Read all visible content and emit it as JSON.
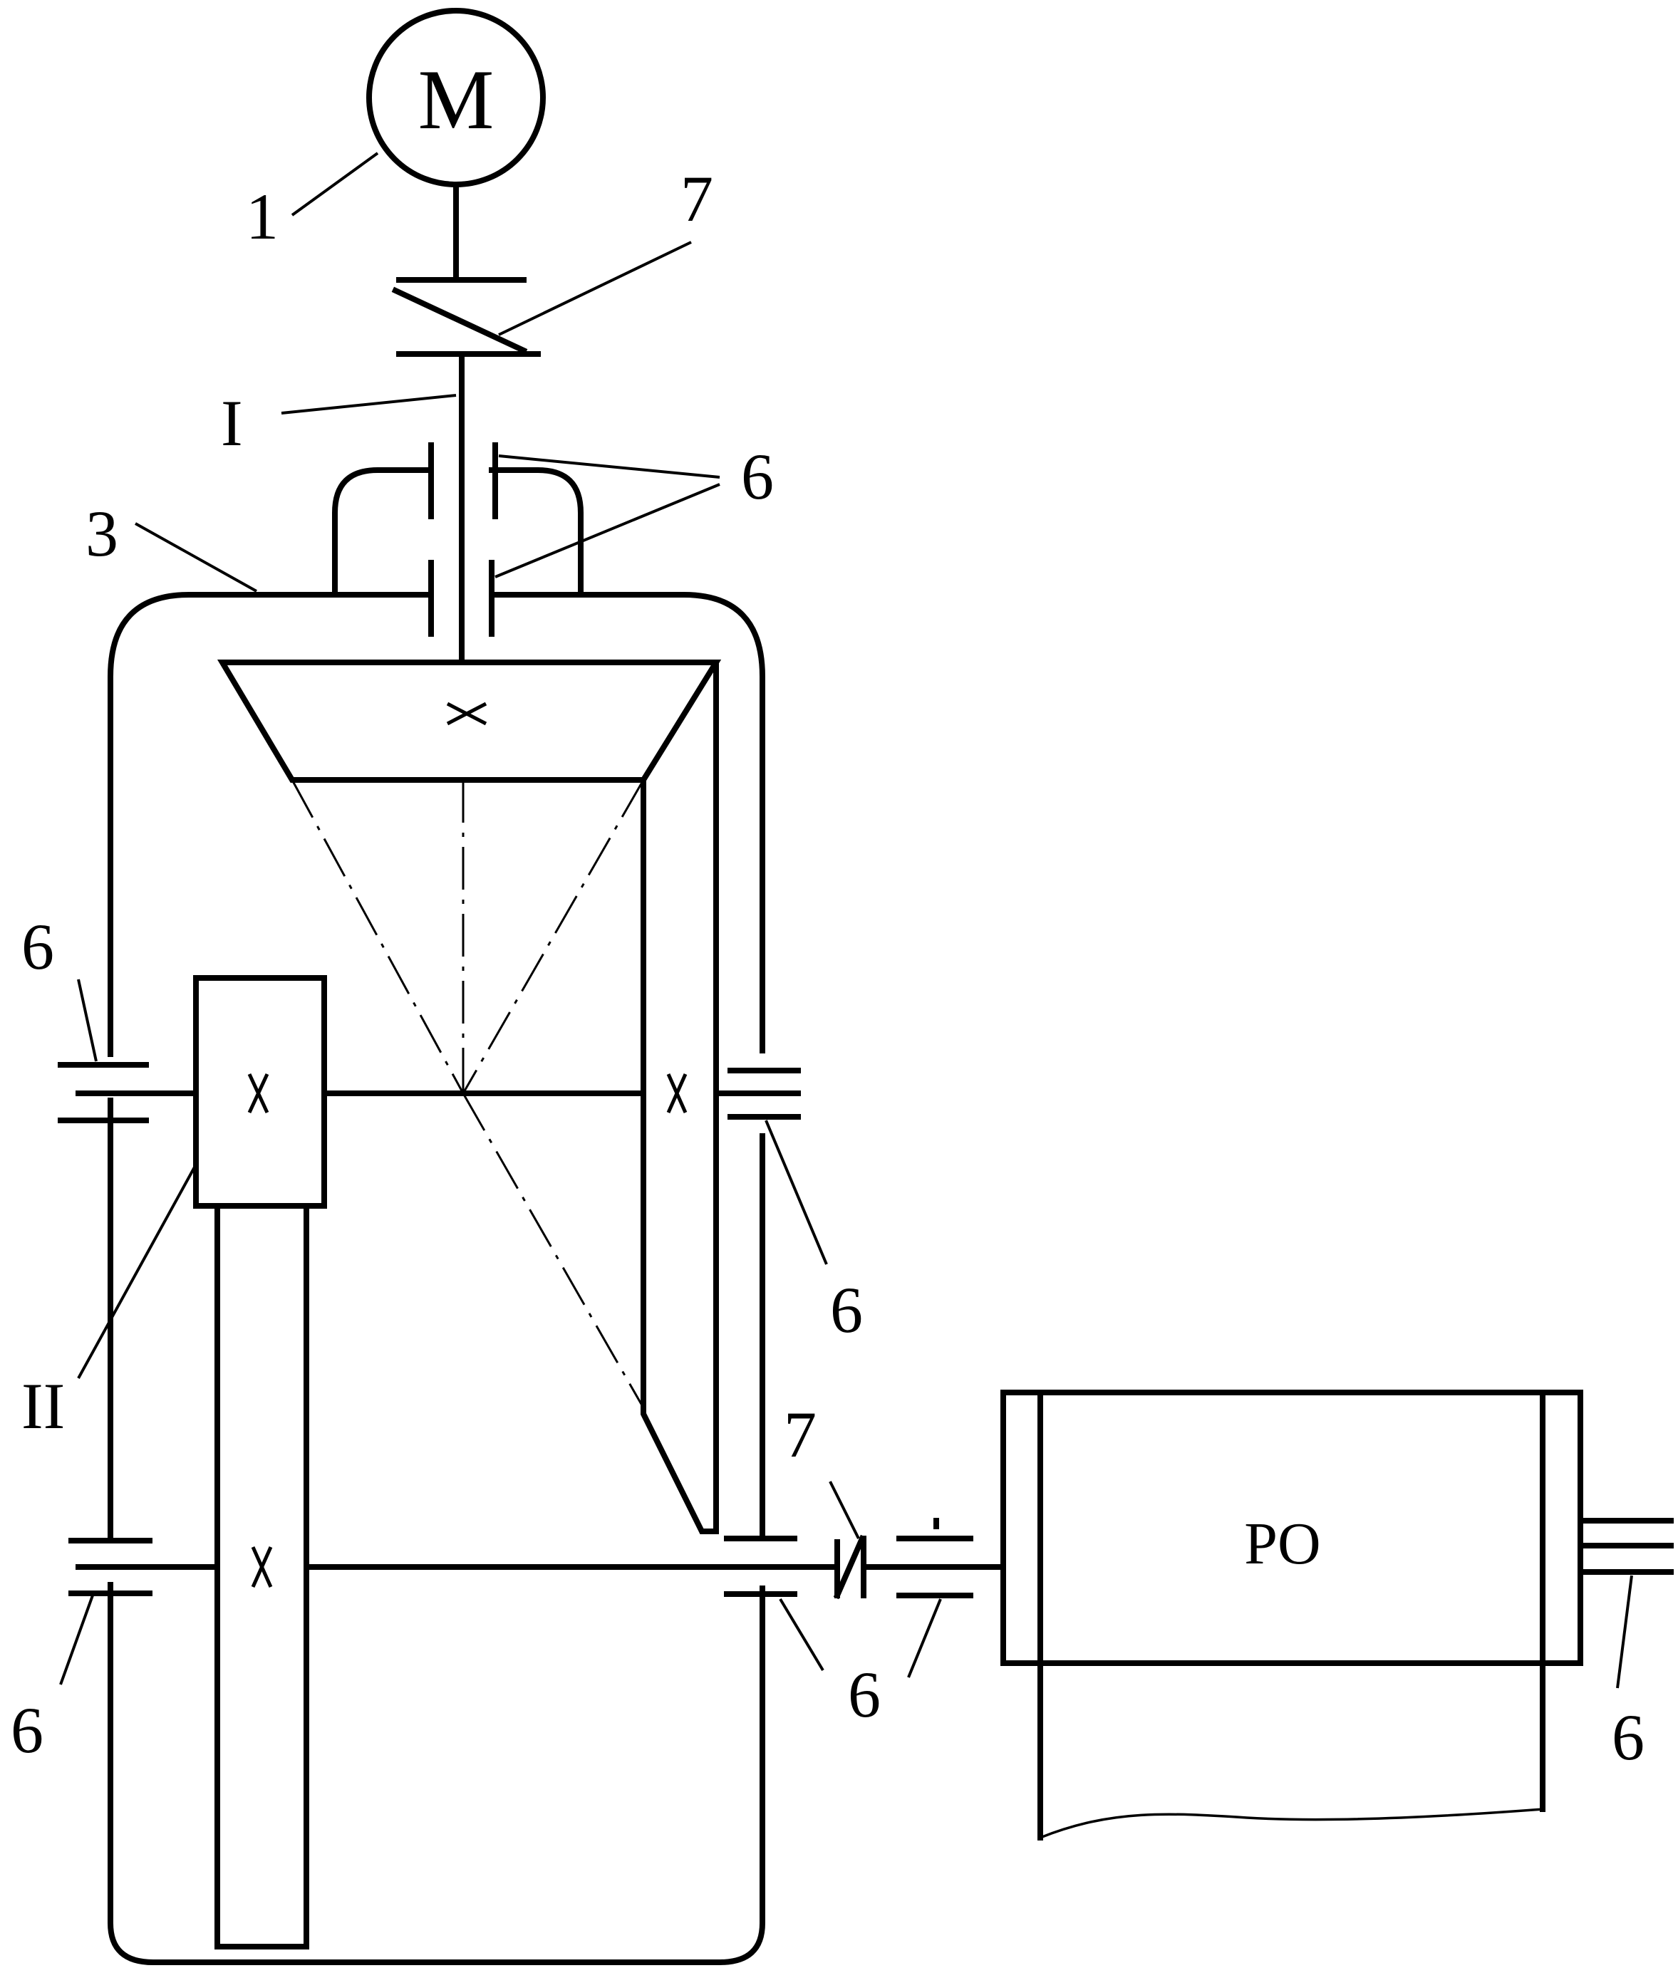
{
  "motor": {
    "label": "M"
  },
  "working_body": {
    "label": "PO"
  },
  "callouts": {
    "motor": "1",
    "coupling_top": "7",
    "shaft_input": "I",
    "bearings_top": "6",
    "housing": "3",
    "bearing_left_mid": "6",
    "bearing_right_mid": "6",
    "shaft_intermediate": "II",
    "coupling_output": "7",
    "bearing_left_bottom": "6",
    "bearing_right_bottom": "6",
    "bearing_output": "6",
    "bearing_po_right": "6"
  }
}
